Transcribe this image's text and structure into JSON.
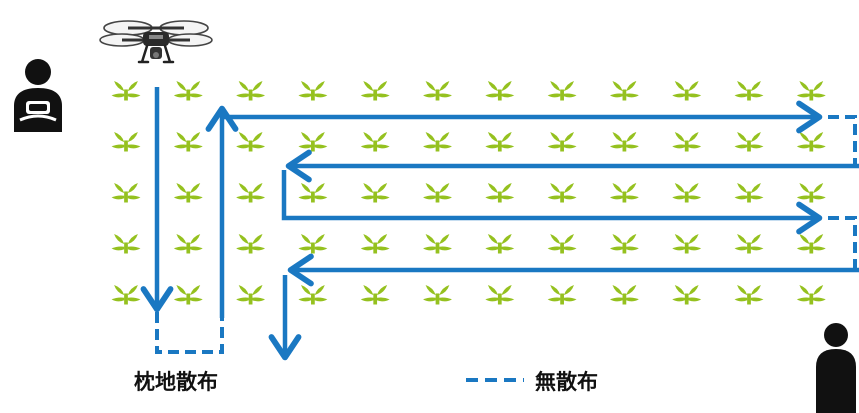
{
  "labels": {
    "headland_spraying": "枕地散布",
    "no_spraying": "無散布"
  },
  "field": {
    "rows": 5,
    "columns": 12
  },
  "colors": {
    "path": "#1a78c2",
    "crop": "#95c11f",
    "figure": "#111111",
    "drone_body": "#222222"
  },
  "icons": {
    "operator": "drone-operator-icon",
    "drone": "drone-icon",
    "observer": "person-icon",
    "crop": "crop-seedling-icon"
  }
}
